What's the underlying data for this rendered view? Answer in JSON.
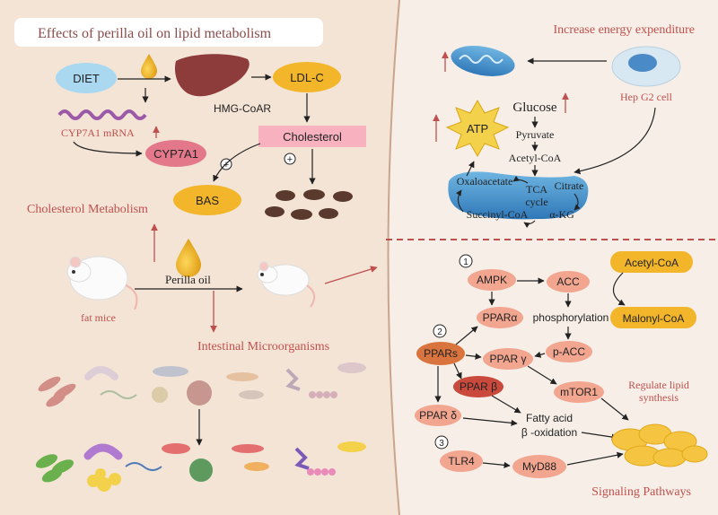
{
  "title": "Effects of perilla oil on lipid metabolism",
  "left": {
    "diet": "DIET",
    "ldl": "LDL-C",
    "hmg": "HMG-CoAR",
    "cyp_mrna": "CYP7A1 mRNA",
    "cyp": "CYP7A1",
    "cholesterol": "Cholesterol",
    "plus": "+",
    "bas": "BAS",
    "chol_metab": "Cholesterol Metabolism",
    "fat_mice": "fat mice",
    "perilla": "Perilla oil",
    "intestinal": "Intestinal Microorganisms"
  },
  "energy": {
    "header": "Increase energy expenditure",
    "hepg2": "Hep G2 cell",
    "glucose": "Glucose",
    "atp": "ATP",
    "pyruvate": "Pyruvate",
    "acetyl": "Acetyl-CoA",
    "oxalo": "Oxaloacetate",
    "tca": "TCA",
    "cycle": "cycle",
    "citrate": "Citrate",
    "succinyl": "Succinyl-CoA",
    "akg": "α-KG"
  },
  "signal": {
    "n1": "1",
    "n2": "2",
    "n3": "3",
    "ampk": "AMPK",
    "acc": "ACC",
    "acetyl": "Acetyl-CoA",
    "malonyl": "Malonyl-CoA",
    "pparA": "PPARα",
    "phos": "phosphorylation",
    "ppars": "PPARs",
    "pparG": "PPAR γ",
    "pacc": "p-ACC",
    "pparB": "PPAR β",
    "mtor": "mTOR1",
    "regulate1": "Regulate lipid",
    "regulate2": "synthesis",
    "pparD": "PPAR δ",
    "fatty1": "Fatty acid",
    "fatty2": "β -oxidation",
    "tlr4": "TLR4",
    "myd88": "MyD88",
    "footer": "Signaling Pathways"
  },
  "colors": {
    "accent_red": "#c0504d",
    "node_salmon": "#f2a58f",
    "node_blue": "#a9d8f0",
    "node_yellow": "#f3b62a",
    "bg_left": "#f3e4d6",
    "bg_right": "#f7efe7"
  }
}
